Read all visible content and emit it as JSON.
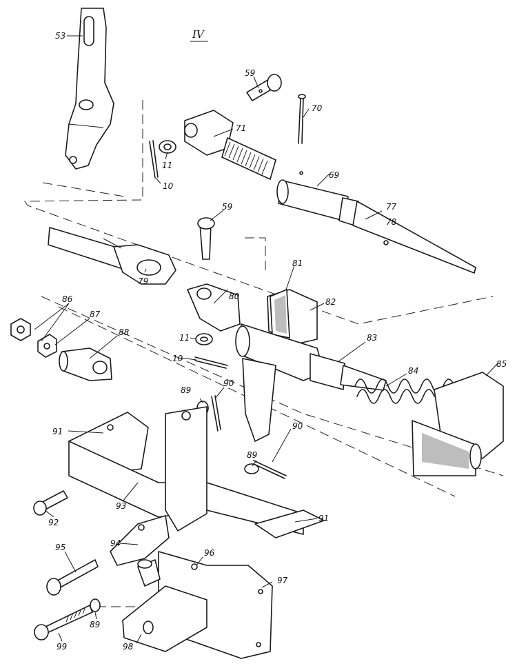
{
  "section_label": "IV",
  "callouts": {
    "c53": "53",
    "c59a": "59",
    "c70": "70",
    "c71": "71",
    "c11a": "11",
    "c10a": "10",
    "c69": "69",
    "c77": "77",
    "c78": "78",
    "c59b": "59",
    "c79": "79",
    "c81": "81",
    "c82": "82",
    "c80": "80",
    "c86": "86",
    "c87": "87",
    "c88": "88",
    "c11b": "11",
    "c10b": "10",
    "c83": "83",
    "c84": "84",
    "c85": "85",
    "c89a": "89",
    "c90a": "90",
    "c91a": "91",
    "c90b": "90",
    "c89b": "89",
    "c92": "92",
    "c93": "93",
    "c91b": "91",
    "c94": "94",
    "c95": "95",
    "c96": "96",
    "c97": "97",
    "c89c": "89",
    "c99": "99",
    "c98": "98"
  }
}
